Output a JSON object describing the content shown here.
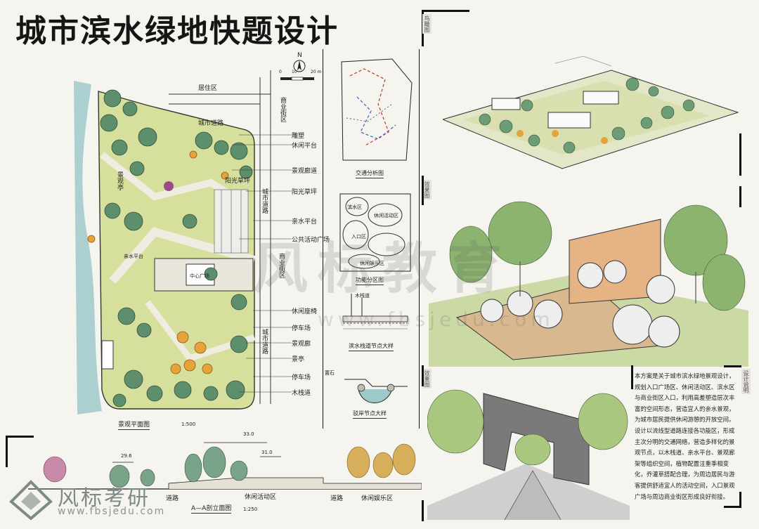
{
  "title": "城市滨水绿地快题设计",
  "plan": {
    "labels": {
      "north": "N",
      "scale_0": "0",
      "scale_10": "10",
      "scale_20": "20 m",
      "residential": "居住区",
      "city_road_top": "城市道路",
      "commercial_street_top": "商业街区",
      "city_road_mid": "城市道路",
      "commercial_street_mid": "商业街区",
      "city_road_bottom": "城市道路",
      "pavilion": "景观亭",
      "dock": "亲水平台",
      "plaza": "中心广场"
    },
    "callouts": [
      "雕塑",
      "休闲平台",
      "阳光草坪",
      "景观廊道",
      "阳光草坪",
      "亲水平台",
      "公共活动广场",
      "休闲座椅",
      "停车场",
      "景观廊",
      "景亭",
      "停车场",
      "木栈道"
    ],
    "caption": "景观平面图",
    "scale": "1:500"
  },
  "analysis": {
    "traffic_caption": "交通分析图",
    "zoning_caption": "功能分区图",
    "zones": [
      "滨水区",
      "休闲活动区",
      "入口区",
      "休闲娱乐区"
    ],
    "detail1_label": "木栈道",
    "detail1_caption": "滨水栈道节点大样",
    "detail2_label": "置石",
    "detail2_caption": "驳岸节点大样"
  },
  "section": {
    "caption": "A—A剖立面图",
    "scale": "1:250",
    "elevation_top": "33.0",
    "elevation_a": "29.6",
    "elevation_b": "31.0",
    "zones": [
      "道路",
      "休闲活动区",
      "道路",
      "休闲娱乐区"
    ]
  },
  "side_tags": [
    "鸟瞰图",
    "效果图",
    "效果图",
    "设计说明"
  ],
  "description": "本方案是关于城市滨水绿地景观设计，规划入口广场区、休闲活动区、滨水区与商业街区入口，利用高差塑造层次丰富的空间形态，营造宜人的亲水景观，为城市居民提供休闲游憩的开放空间。设计以流线型道路连接各功能区，形成主次分明的交通网络，营造多样化的景观节点，以木栈道、亲水平台、景观廊架等组织空间，植物配置注重季相变化，乔灌草搭配合理，为周边居民与游客提供舒适宜人的活动空间，入口景观广场与周边商业街区形成良好衔接。",
  "watermark": {
    "main": "风标教育",
    "url": "www.fbsjedu.com"
  },
  "logo": {
    "name": "风标考研",
    "url": "www.fbsjedu.com"
  },
  "colors": {
    "water": "#9ec9c9",
    "lawn": "#d7df9c",
    "tree": "#5d8f6c",
    "accent": "#e6a33a",
    "ink": "#1a1a1a"
  }
}
